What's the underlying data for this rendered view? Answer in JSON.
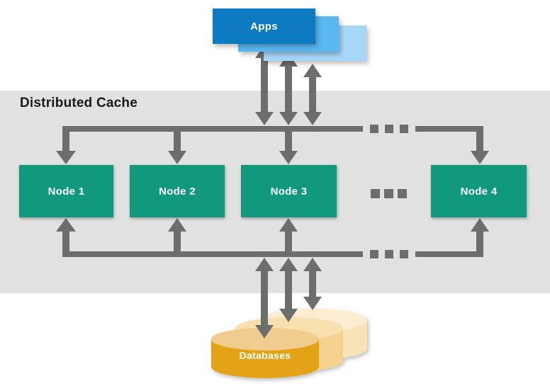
{
  "diagram": {
    "title": "Distributed Cache",
    "apps": {
      "label": "Apps"
    },
    "cache": {
      "nodes": [
        {
          "label": "Node 1"
        },
        {
          "label": "Node 2"
        },
        {
          "label": "Node 3"
        },
        {
          "label": "Node 4"
        }
      ]
    },
    "databases": {
      "label": "Databases"
    }
  },
  "colors": {
    "app_front": "#0d7ac1",
    "app_mid": "#5ab7f2",
    "app_back": "#a6d6f8",
    "node_green": "#10997c",
    "arrow_gray": "#6b6e6d",
    "band_gray": "#e1e1e1",
    "db_front": "#e4a312",
    "db_front_top": "#f0cc8e",
    "db_mid": "#f5d28f",
    "db_mid_top": "#f8dfae",
    "db_back": "#f8e2b8",
    "db_back_top": "#fbecd2",
    "title_color": "#1a1a1a",
    "label_white": "#ffffff"
  }
}
